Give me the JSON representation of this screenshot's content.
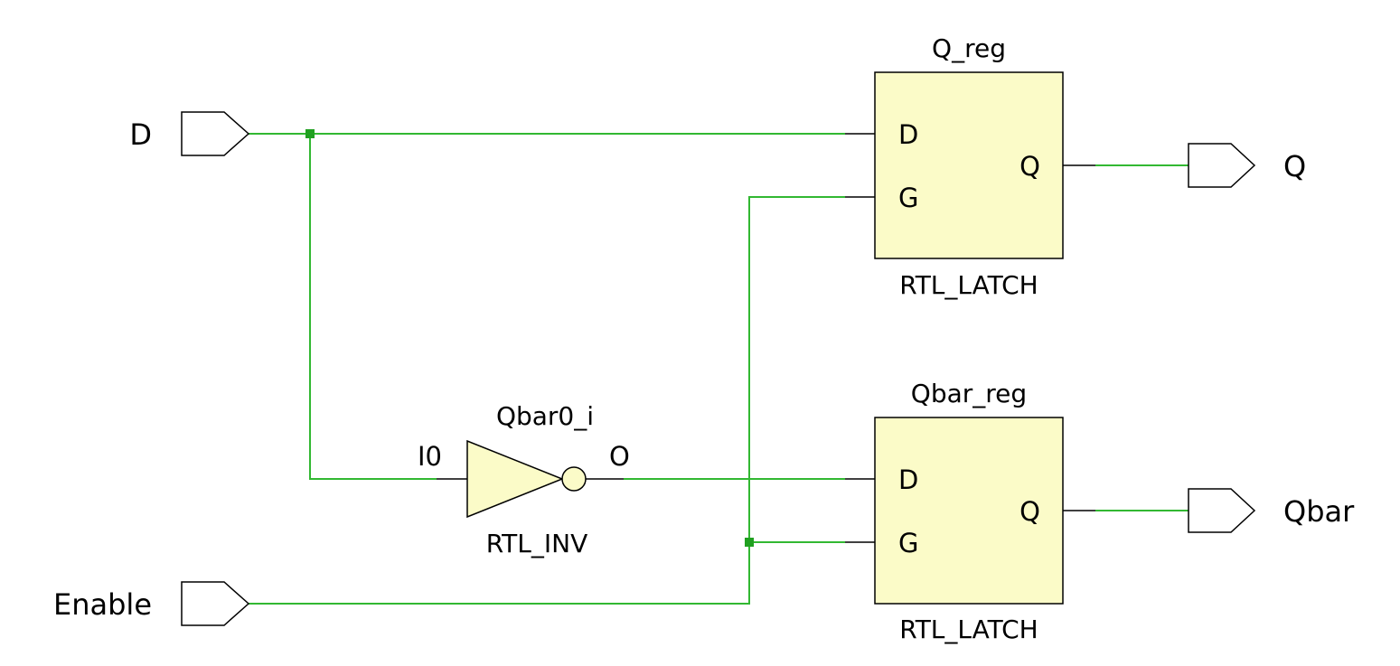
{
  "colors": {
    "net": "#32b832",
    "junction": "#20a020",
    "cell_fill": "#fbfbc8",
    "outline": "#000000",
    "background": "#ffffff"
  },
  "ports": {
    "inputs": [
      {
        "id": "D",
        "label": "D"
      },
      {
        "id": "Enable",
        "label": "Enable"
      }
    ],
    "outputs": [
      {
        "id": "Q",
        "label": "Q"
      },
      {
        "id": "Qbar",
        "label": "Qbar"
      }
    ]
  },
  "cells": {
    "q_reg": {
      "instance": "Q_reg",
      "type": "RTL_LATCH",
      "pins": {
        "d": "D",
        "g": "G",
        "q": "Q"
      }
    },
    "qbar_reg": {
      "instance": "Qbar_reg",
      "type": "RTL_LATCH",
      "pins": {
        "d": "D",
        "g": "G",
        "q": "Q"
      }
    },
    "inverter": {
      "instance": "Qbar0_i",
      "type": "RTL_INV",
      "pins": {
        "in": "I0",
        "out": "O"
      }
    }
  }
}
